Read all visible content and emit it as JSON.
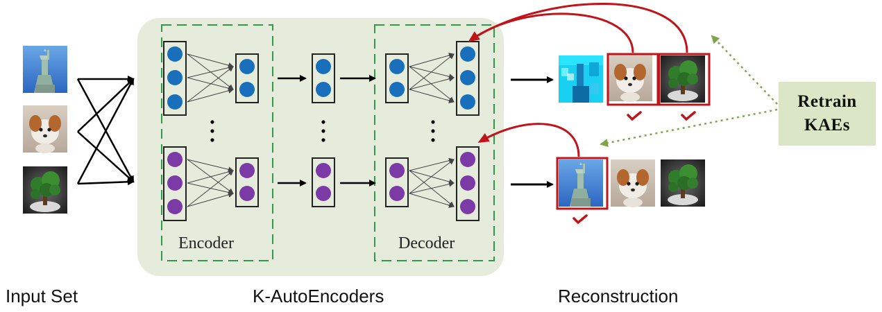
{
  "labels": {
    "input_set": "Input Set",
    "k_autoencoders": "K-AutoEncoders",
    "reconstruction": "Reconstruction",
    "encoder": "Encoder",
    "decoder": "Decoder"
  },
  "retrain_box": {
    "line1": "Retrain",
    "line2": "KAEs"
  },
  "images": {
    "input": [
      "statue-of-liberty",
      "dog",
      "bonsai-tree"
    ],
    "reconstruction_top": [
      "statue-of-liberty-noisy",
      "dog",
      "bonsai-tree"
    ],
    "reconstruction_bottom": [
      "statue-of-liberty",
      "dog",
      "bonsai-tree"
    ]
  },
  "colors": {
    "panel_bg": "#e6ecdc",
    "dashed_border": "#2e9a4a",
    "node_blue": "#1a6fbd",
    "node_purple": "#7b3aa5",
    "highlight_red": "#c0141b",
    "retrain_bg": "#dbe6c7",
    "retrain_arrow": "#7fa44a"
  }
}
